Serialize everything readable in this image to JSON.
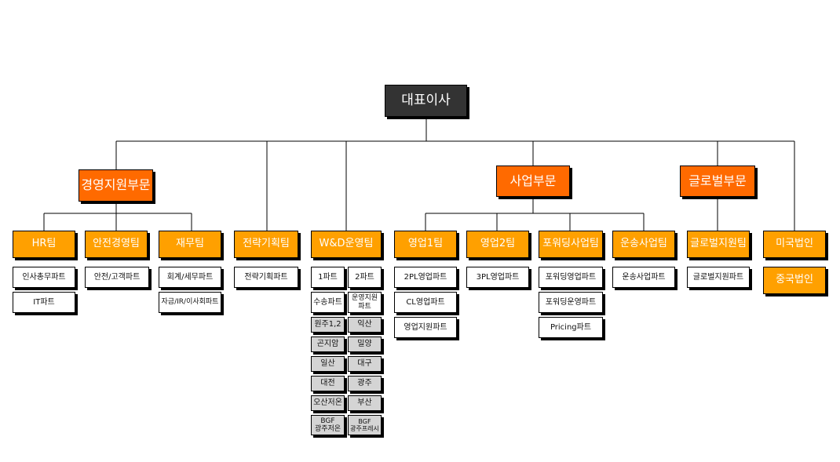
{
  "ceo": "대표이사",
  "divisions": {
    "management": "경영지원부문",
    "business": "사업부문",
    "global": "글로벌부문"
  },
  "teams": {
    "hr": "HR팀",
    "safety": "안전경영팀",
    "finance": "재무팀",
    "strategy": "전략기획팀",
    "wd": "W&D운영팀",
    "sales1": "영업1팀",
    "sales2": "영업2팀",
    "forwarding": "포워딩사업팀",
    "transport": "운송사업팀",
    "globalsupport": "글로벌지원팀",
    "us": "미국법인",
    "china": "중국법인"
  },
  "parts": {
    "hr": [
      "인사총무파트",
      "IT파트"
    ],
    "safety": [
      "안전/고객파트"
    ],
    "finance": [
      "회계/세무파트",
      "자금/IR/이사회파트"
    ],
    "strategy": [
      "전략기획파트"
    ],
    "wd": [
      "1파트",
      "2파트",
      "수송파트",
      "운영지원\n파트"
    ],
    "sales1": [
      "2PL영업파트",
      "CL영업파트",
      "영업지원파트"
    ],
    "sales2": [
      "3PL영업파트"
    ],
    "forwarding": [
      "포워딩영업파트",
      "포워딩운영파트",
      "Pricing파트"
    ],
    "transport": [
      "운송사업파트"
    ],
    "globalsupport": [
      "글로벌지원파트"
    ]
  },
  "wd_sites": {
    "left": [
      "원주1,2",
      "곤지암",
      "일산",
      "대전",
      "오산저온",
      "BGF\n광주저온"
    ],
    "right": [
      "익산",
      "밀양",
      "대구",
      "광주",
      "부산",
      "BGF\n광주프레시"
    ]
  }
}
